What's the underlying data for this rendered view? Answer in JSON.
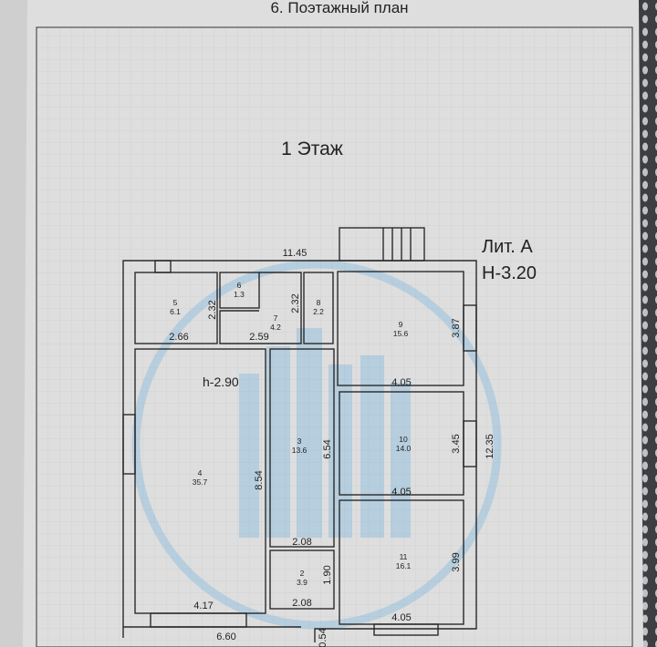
{
  "section_title": "6. Поэтажный план",
  "floor_title": "1 Этаж",
  "building": {
    "litera": "Лит. А",
    "height": "Н-3.20"
  },
  "room4_height": "h-2.90",
  "dimensions": {
    "total_width": "11.45",
    "total_depth": "12.35",
    "r5_width": "2.66",
    "r5_depth": "2.32",
    "r7_width": "2.59",
    "r7_depth": "2.32",
    "r9_depth": "3.87",
    "r9_width": "4.05",
    "r10_depth": "3.45",
    "r10_width": "4.05",
    "r3_depth": "6.54",
    "r4_depth": "8.54",
    "r3_width": "2.08",
    "r2_depth": "1.90",
    "r2_width": "2.08",
    "r4_width": "4.17",
    "r11_depth": "3.99",
    "r11_width": "4.05",
    "porch_width": "6.60",
    "porch_step": "0.54"
  },
  "rooms": [
    {
      "num": "5",
      "area": "6.1"
    },
    {
      "num": "6",
      "area": "1.3"
    },
    {
      "num": "7",
      "area": "4.2"
    },
    {
      "num": "8",
      "area": "2.2"
    },
    {
      "num": "9",
      "area": "15.6"
    },
    {
      "num": "4",
      "area": "35.7"
    },
    {
      "num": "3",
      "area": "13.6"
    },
    {
      "num": "10",
      "area": "14.0"
    },
    {
      "num": "2",
      "area": "3.9"
    },
    {
      "num": "11",
      "area": "16.1"
    }
  ],
  "colors": {
    "paper": "#dcdcdc",
    "line": "#2a2a2a",
    "watermark": "#6fb1e0"
  }
}
